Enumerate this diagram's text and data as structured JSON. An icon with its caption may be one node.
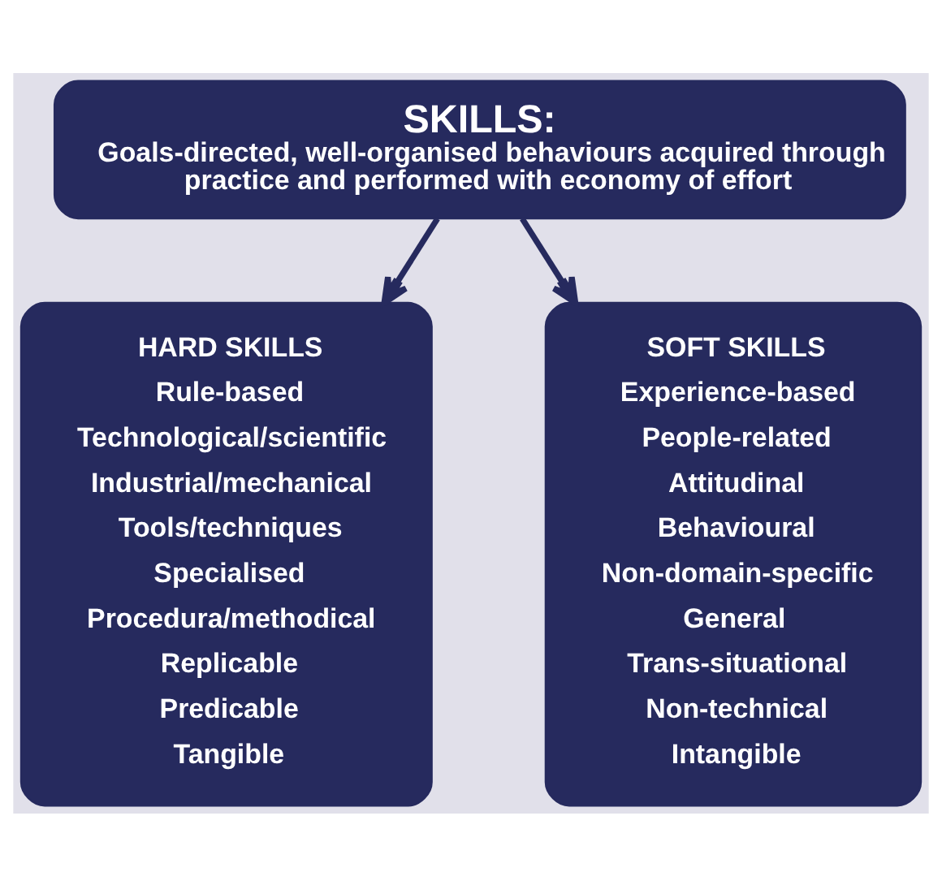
{
  "diagram": {
    "nodes": [
      {
        "text": [
          "SKILLS:",
          "Goals-directed, well-organised behaviours acquired through practice and performed with economy of effort"
        ]
      },
      {
        "text": [
          "HARD SKILLS",
          "Rule-based",
          "Technological/scientific",
          "Industrial/mechanical",
          "Tools/techniques",
          "Specialised",
          "Procedura/methodical",
          "Replicable",
          "Predicable",
          "Tangible"
        ]
      },
      {
        "text": [
          "SOFT SKILLS",
          "Experience-based",
          "People-related",
          "Attitudinal",
          "Behavioural",
          "Non-domain-specific",
          "General",
          "Trans-situational",
          "Non-technical",
          "Intangible"
        ]
      }
    ],
    "edges": [
      {
        "from": 0,
        "to": 1,
        "arrow": "to"
      },
      {
        "from": 0,
        "to": 2,
        "arrow": "to"
      }
    ]
  }
}
